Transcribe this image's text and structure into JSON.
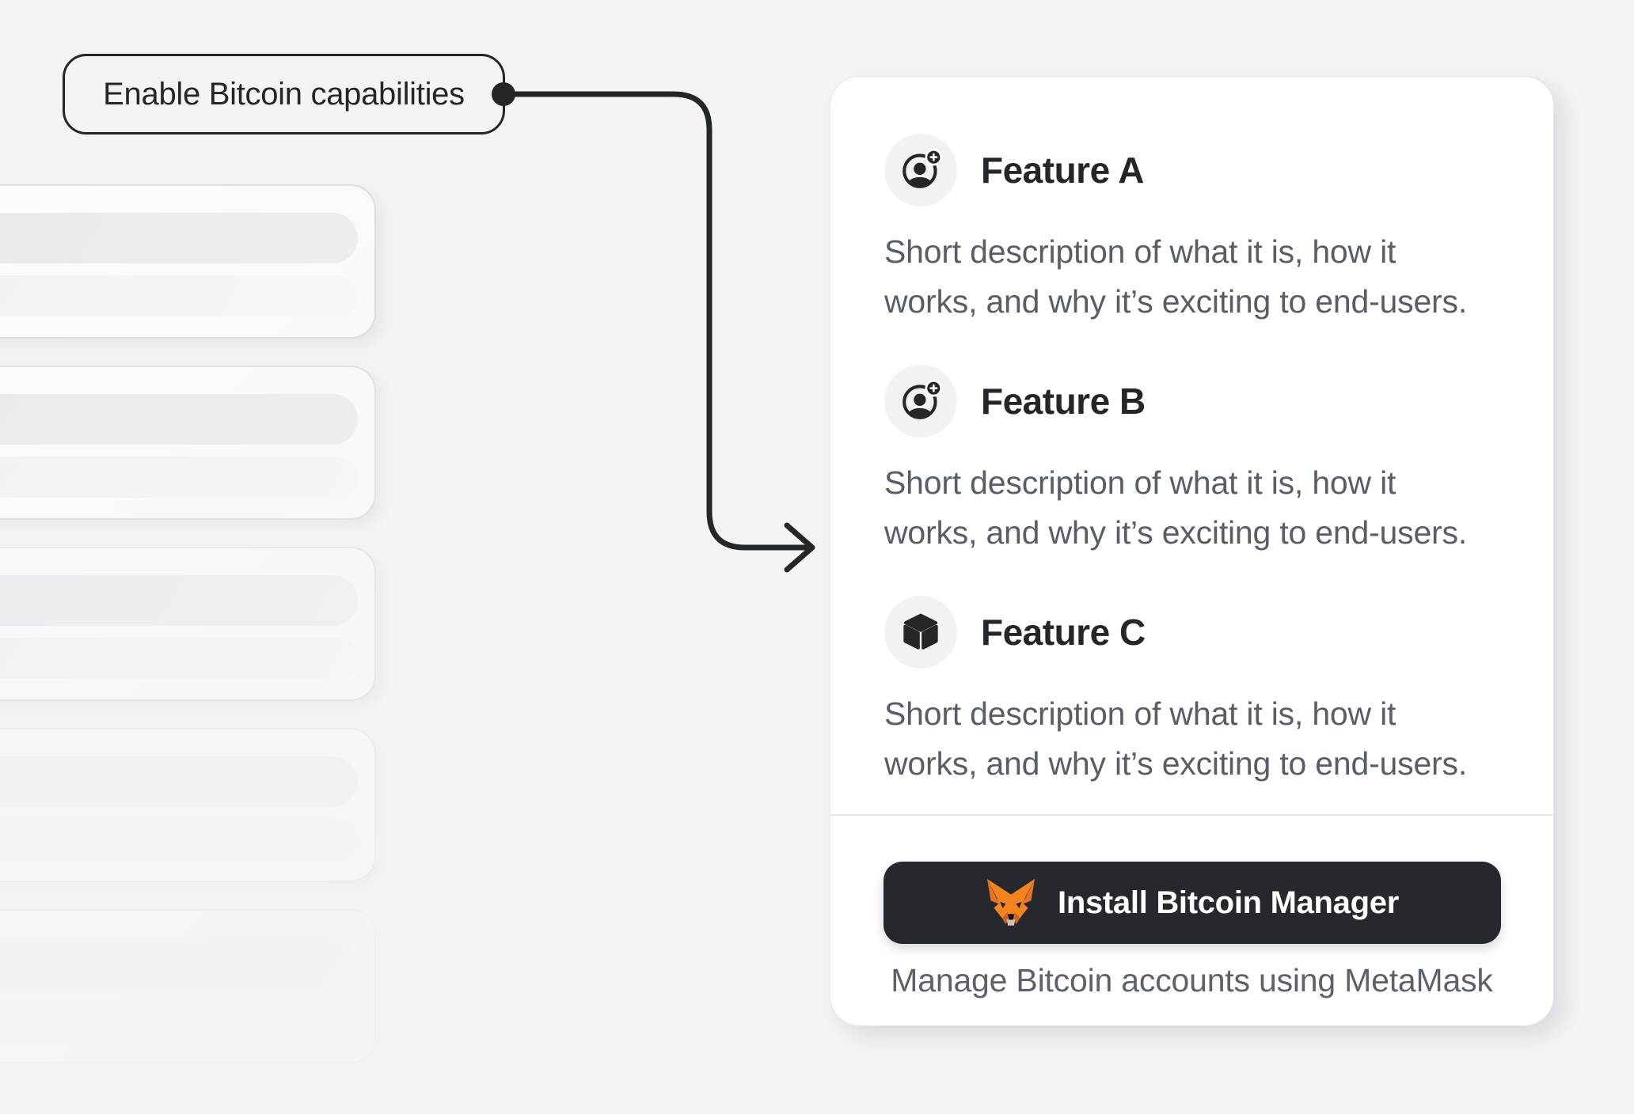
{
  "annotation": {
    "label": "Enable Bitcoin capabilities"
  },
  "skeleton": {
    "card_count": 5
  },
  "panel": {
    "features": [
      {
        "icon": "user-plus-icon",
        "title": "Feature A",
        "description_line1": "Short description of what it is, how it",
        "description_line2": "works, and why it’s exciting to end-users."
      },
      {
        "icon": "user-plus-icon",
        "title": "Feature B",
        "description_line1": "Short description of what it is, how it",
        "description_line2": "works, and why it’s exciting to end-users."
      },
      {
        "icon": "cube-icon",
        "title": "Feature C",
        "description_line1": "Short description of what it is, how it",
        "description_line2": "works, and why it’s exciting to end-users."
      }
    ],
    "footer": {
      "install_button_label": "Install Bitcoin Manager",
      "install_button_icon": "metamask-fox-icon",
      "caption": "Manage Bitcoin accounts using MetaMask"
    }
  },
  "colors": {
    "page_background": "#f4f4f5",
    "ink": "#24272a",
    "muted_text": "#575e66",
    "button_background": "#25282c",
    "fox_orange": "#f5841f",
    "fox_dark_orange": "#cc6228",
    "fox_brown": "#763e1a"
  }
}
